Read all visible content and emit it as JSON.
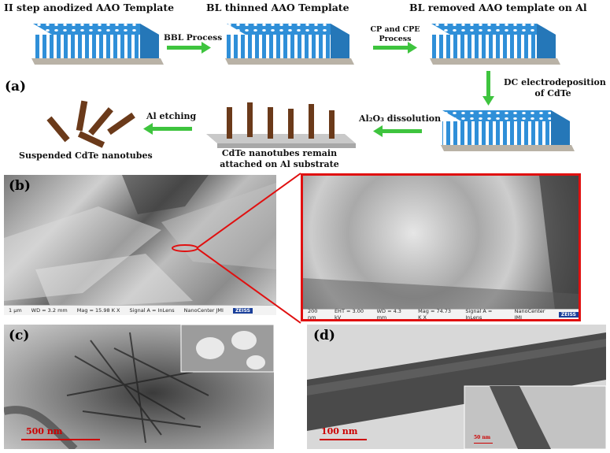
{
  "panel_a": {
    "letter": "(a)",
    "step1_title": "II step anodized AAO Template",
    "step2_title": "BL thinned AAO Template",
    "step3_title": "BL removed AAO template on Al",
    "arrow1_label": "BBL Process",
    "arrow2_label_l1": "CP and CPE",
    "arrow2_label_l2": "Process",
    "arrow3_label_l1": "DC electrodeposition",
    "arrow3_label_l2": "of CdTe",
    "arrow4_label": "Al₂O₃ dissolution",
    "arrow5_label": "Al etching",
    "substrate_caption_l1": "CdTe nanotubes remain",
    "substrate_caption_l2": "attached on Al substrate",
    "suspended_caption": "Suspended CdTe nanotubes"
  },
  "panel_b": {
    "letter": "(b)",
    "left_bar": {
      "scale": "1 μm",
      "wd": "WD = 3.2 mm",
      "mag": "Mag = 15.98 K X",
      "signal": "Signal A = InLens",
      "center": "NanoCenter JMI",
      "brand": "ZEISS"
    },
    "right_bar": {
      "scale": "200 nm",
      "eht": "EHT = 3.00 kV",
      "wd": "WD = 4.3 mm",
      "mag": "Mag = 74.73 K X",
      "signal": "Signal A = InLens",
      "center": "NanoCenter JMI",
      "brand": "ZEISS"
    }
  },
  "panel_c": {
    "letter": "(c)",
    "scale": "500 nm"
  },
  "panel_d": {
    "letter": "(d)",
    "scale": "100 nm",
    "inset_scale": "50 nm"
  },
  "colors": {
    "arrow": "#3ec43e",
    "template_blue": "#2f8fd8",
    "pore_white": "#ffffff",
    "nanotube": "#6b3a1a",
    "zoom_red": "#e01010"
  }
}
